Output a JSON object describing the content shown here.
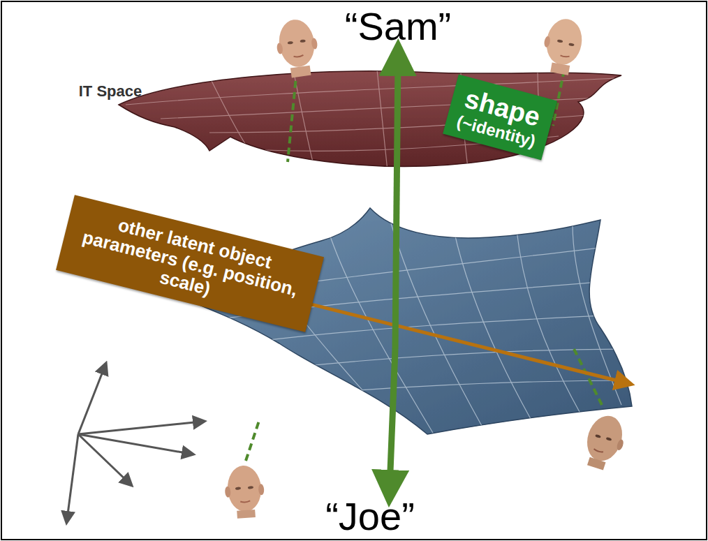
{
  "diagram": {
    "nodes": [
      {
        "text": [
          "shape",
          "(~identity)"
        ]
      },
      {
        "text": [
          "other latent object parameters (e.g. position, scale)"
        ]
      }
    ],
    "labels": [
      "IT Space",
      "“Sam”",
      "“Joe”"
    ]
  }
}
